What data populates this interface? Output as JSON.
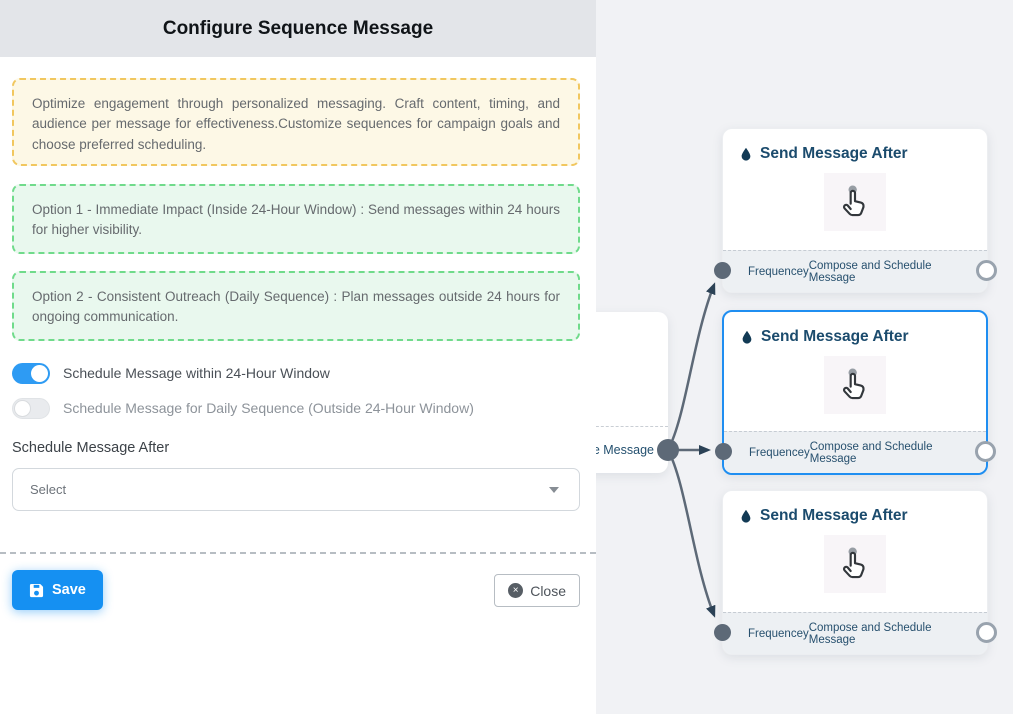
{
  "panel": {
    "title": "Configure Sequence Message",
    "info_text": "Optimize engagement through personalized messaging. Craft content, timing, and audience per message for effectiveness.Customize sequences for campaign goals and choose preferred scheduling.",
    "option1_text": "Option 1 - Immediate Impact (Inside 24-Hour Window) : Send messages within 24 hours for higher visibility.",
    "option2_text": "Option 2 - Consistent Outreach (Daily Sequence) : Plan messages outside 24 hours for ongoing communication.",
    "toggles": [
      {
        "label": "Schedule Message within 24-Hour Window",
        "state": "on"
      },
      {
        "label": "Schedule Message for Daily Sequence (Outside 24-Hour Window)",
        "state": "off"
      }
    ],
    "schedule_after_label": "Schedule Message After",
    "schedule_after_value": "Select",
    "save_label": "Save",
    "close_label": "Close",
    "close_icon_glyph": "×"
  },
  "flow": {
    "source_node": {
      "visible_label": "ce Message"
    },
    "nodes": [
      {
        "title": "Send Message After",
        "footer_left": "Frequencey",
        "footer_right": "Compose and Schedule Message",
        "selected": false
      },
      {
        "title": "Send Message After",
        "footer_left": "Frequencey",
        "footer_right": "Compose and Schedule Message",
        "selected": true
      },
      {
        "title": "Send Message After",
        "footer_left": "Frequencey",
        "footer_right": "Compose and Schedule Message",
        "selected": false
      }
    ]
  },
  "colors": {
    "accent_blue": "#1590f2",
    "selected_node_border": "#1f8ef1",
    "toggle_on_blue": "#2e9bf3",
    "info_border_yellow": "#f1c75f",
    "option_border_green": "#70db8b",
    "edge_gray": "#5d6977",
    "node_title_navy": "#1b4b6d",
    "flow_background": "#f1f2f5"
  }
}
